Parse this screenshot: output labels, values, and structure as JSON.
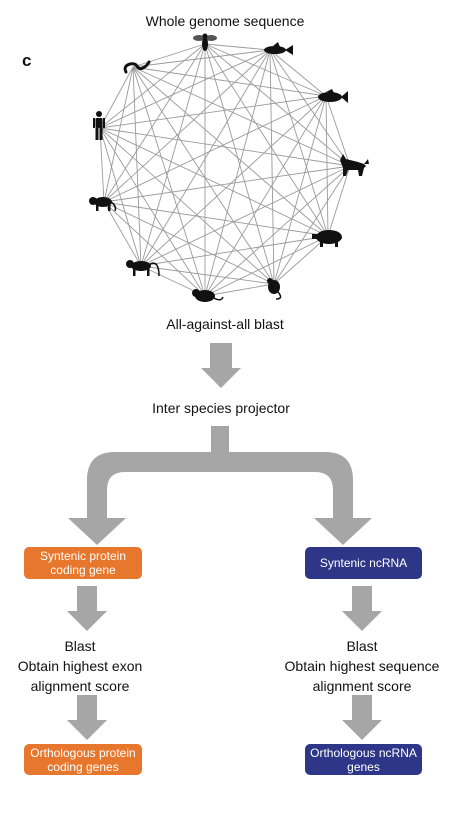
{
  "panel_label": "c",
  "top": {
    "title": "Whole genome sequence",
    "species_icons": [
      "bee-icon",
      "fish-icon",
      "fish-icon",
      "dog-icon",
      "pig-icon",
      "mouse-icon",
      "rat-icon",
      "monkey-icon",
      "monkey-icon",
      "human-icon",
      "worm-icon"
    ]
  },
  "blast_label": "All-against-all blast",
  "projector_label": "Inter species projector",
  "left_branch": {
    "box1": "Syntenic protein coding gene",
    "step_lines": [
      "Blast",
      "Obtain highest exon",
      "alignment score"
    ],
    "box2": "Orthologous protein coding genes"
  },
  "right_branch": {
    "box1": "Syntenic ncRNA",
    "step_lines": [
      "Blast",
      "Obtain highest sequence",
      "alignment score"
    ],
    "box2": "Orthologous ncRNA genes"
  },
  "colors": {
    "arrow": "#a6a6a6",
    "network": "#9a9a9a",
    "orange": "#e8772e",
    "blue": "#2e3787"
  }
}
